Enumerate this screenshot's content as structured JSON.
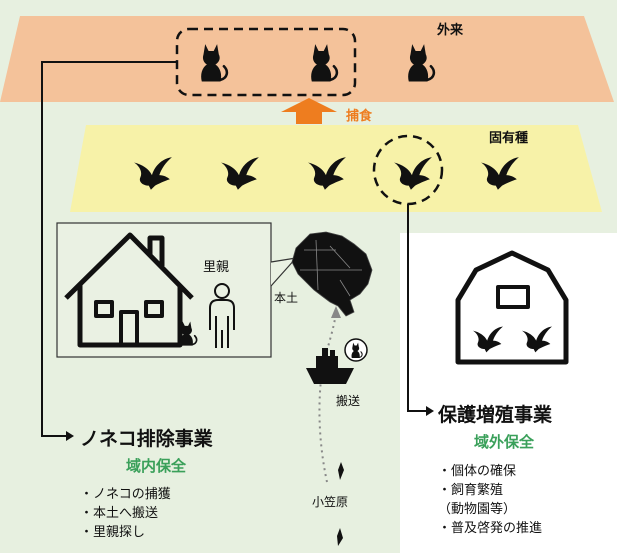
{
  "labels": {
    "alien": "外来",
    "predation": "捕食",
    "endemic": "固有種",
    "foster_parent": "里親",
    "mainland": "本土",
    "transport": "搬送",
    "ogasawara": "小笠原"
  },
  "left_project": {
    "title": "ノネコ排除事業",
    "subtitle": "域内保全",
    "items": [
      "・ノネコの捕獲",
      "・本土へ搬送",
      "・里親探し"
    ]
  },
  "right_project": {
    "title": "保護増殖事業",
    "subtitle": "域外保全",
    "items": [
      "・個体の確保",
      "・飼育繁殖",
      "（動物園等）",
      "・普及啓発の推進"
    ]
  },
  "colors": {
    "background": "#e7f0e0",
    "alien_band": "#f4c29a",
    "endemic_band": "#f7f2a8",
    "arrow": "#ee7d1f",
    "green_text": "#3aa05a"
  },
  "icons": {
    "cat": "cat-icon",
    "bird": "bird-icon",
    "house": "house-icon",
    "person": "person-icon",
    "barn": "barn-icon",
    "ship": "ship-icon",
    "map": "japan-map-icon"
  }
}
